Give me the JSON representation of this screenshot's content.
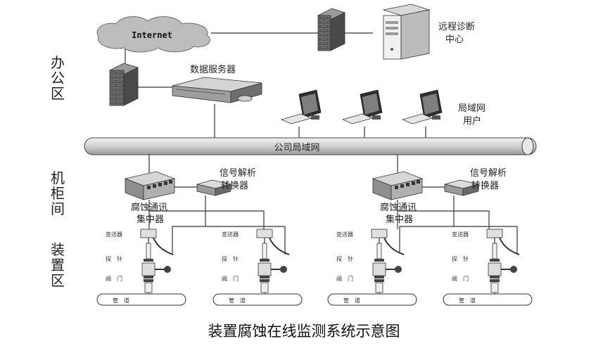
{
  "zones": {
    "office": "办公区",
    "cabinet": "机柜间",
    "device": "装置区"
  },
  "network": {
    "internet": "Internet",
    "remote_center_line1": "远程诊断",
    "remote_center_line2": "中心",
    "data_server": "数据服务器",
    "lan_users_line1": "局域网",
    "lan_users_line2": "用户",
    "company_lan": "公司局域网"
  },
  "cabinet_units": [
    {
      "hub_line1": "腐蚀通讯",
      "hub_line2": "集中器",
      "converter_line1": "信号解析",
      "converter_line2": "转换器"
    },
    {
      "hub_line1": "腐蚀通讯",
      "hub_line2": "集中器",
      "converter_line1": "信号解析",
      "converter_line2": "转换器"
    }
  ],
  "probe_labels": {
    "transmitter": "变送器",
    "probe": "探　针",
    "valve": "阀　门",
    "pipe": "管　道"
  },
  "caption": "装置腐蚀在线监测系统示意图"
}
